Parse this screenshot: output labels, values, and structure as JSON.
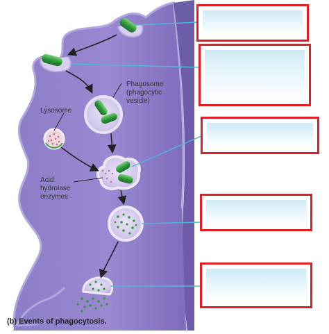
{
  "figure": {
    "caption": "(b) Events of phagocytosis.",
    "labels": {
      "phagosome_line1": "Phagosome",
      "phagosome_line2": "(phagocytic",
      "phagosome_line3": "vesicle)",
      "lysosome": "Lysosome",
      "acid_line1": "Acid",
      "acid_line2": "hydrolase",
      "acid_line3": "enzymes"
    },
    "answer_boxes": [
      "",
      "",
      "",
      "",
      ""
    ]
  },
  "colors": {
    "cell_purple": "#8a78c4",
    "membrane_purple": "#a898dc",
    "box_red": "#e31e24",
    "leader_blue": "#4fb7dc",
    "bacteria_green": "#2f9a3a",
    "lysosome_pink": "#e5a3ab"
  }
}
